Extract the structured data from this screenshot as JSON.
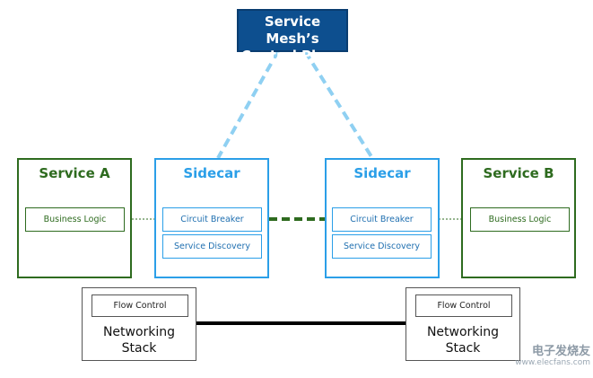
{
  "control_plane": {
    "line1": "Service Mesh’s",
    "line2": "Control Plane"
  },
  "computer_a": {
    "title": "Computer A",
    "service": {
      "title": "Service A",
      "component": "Business Logic"
    },
    "sidecar": {
      "title": "Sidecar",
      "components": [
        "Circuit Breaker",
        "Service Discovery"
      ]
    },
    "networking": {
      "flow_control": "Flow Control",
      "line1": "Networking",
      "line2": "Stack"
    }
  },
  "computer_b": {
    "title": "Computer B",
    "service": {
      "title": "Service B",
      "component": "Business Logic"
    },
    "sidecar": {
      "title": "Sidecar",
      "components": [
        "Circuit Breaker",
        "Service Discovery"
      ]
    },
    "networking": {
      "flow_control": "Flow Control",
      "line1": "Networking",
      "line2": "Stack"
    }
  },
  "watermark": {
    "brand": "电子发烧友",
    "url": "www.elecfans.com"
  },
  "colors": {
    "control_plane": "#0d4f8f",
    "service": "#2e6b1f",
    "sidecar": "#2b9fe8",
    "computer_bg": "#e6e6e6"
  }
}
